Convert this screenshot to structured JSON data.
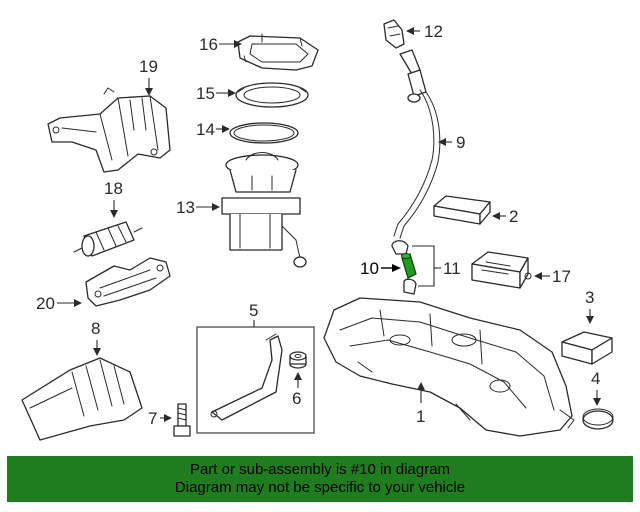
{
  "diagram": {
    "callouts": [
      "1",
      "2",
      "3",
      "4",
      "5",
      "6",
      "7",
      "8",
      "9",
      "10",
      "11",
      "12",
      "13",
      "14",
      "15",
      "16",
      "17",
      "18",
      "19",
      "20"
    ],
    "highlighted_part": "10",
    "highlight_color": "#1f9a1f"
  },
  "banner": {
    "line1": "Part or sub-assembly is #10 in diagram",
    "line2": "Diagram may not be specific to your vehicle",
    "background": "#1f7d1f"
  }
}
